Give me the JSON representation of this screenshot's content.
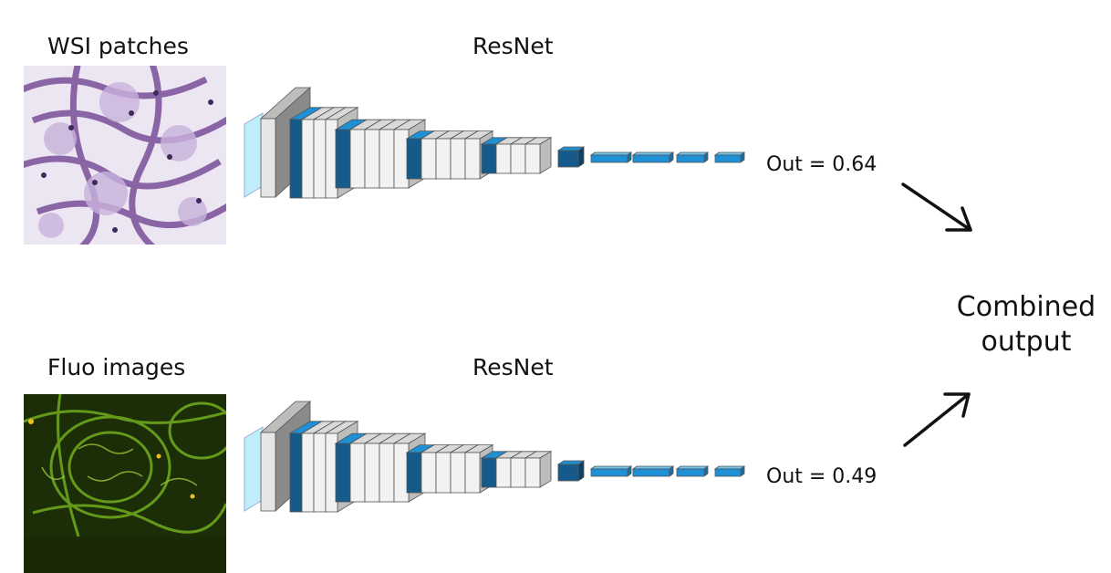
{
  "top": {
    "image_label": "WSI patches",
    "model_label": "ResNet",
    "output": "Out = 0.64"
  },
  "bottom": {
    "image_label": "Fluo images",
    "model_label": "ResNet",
    "output": "Out = 0.49"
  },
  "combined": {
    "line1": "Combined",
    "line2": "output"
  },
  "colors": {
    "dark_blue": "#165a8a",
    "light_blue": "#1e90d6",
    "block_face": "#f2f2f2",
    "input_plane": "#bfeefa",
    "wsi_tissue": "#7a4f98",
    "fluo_tissue": "#6ea51c"
  }
}
